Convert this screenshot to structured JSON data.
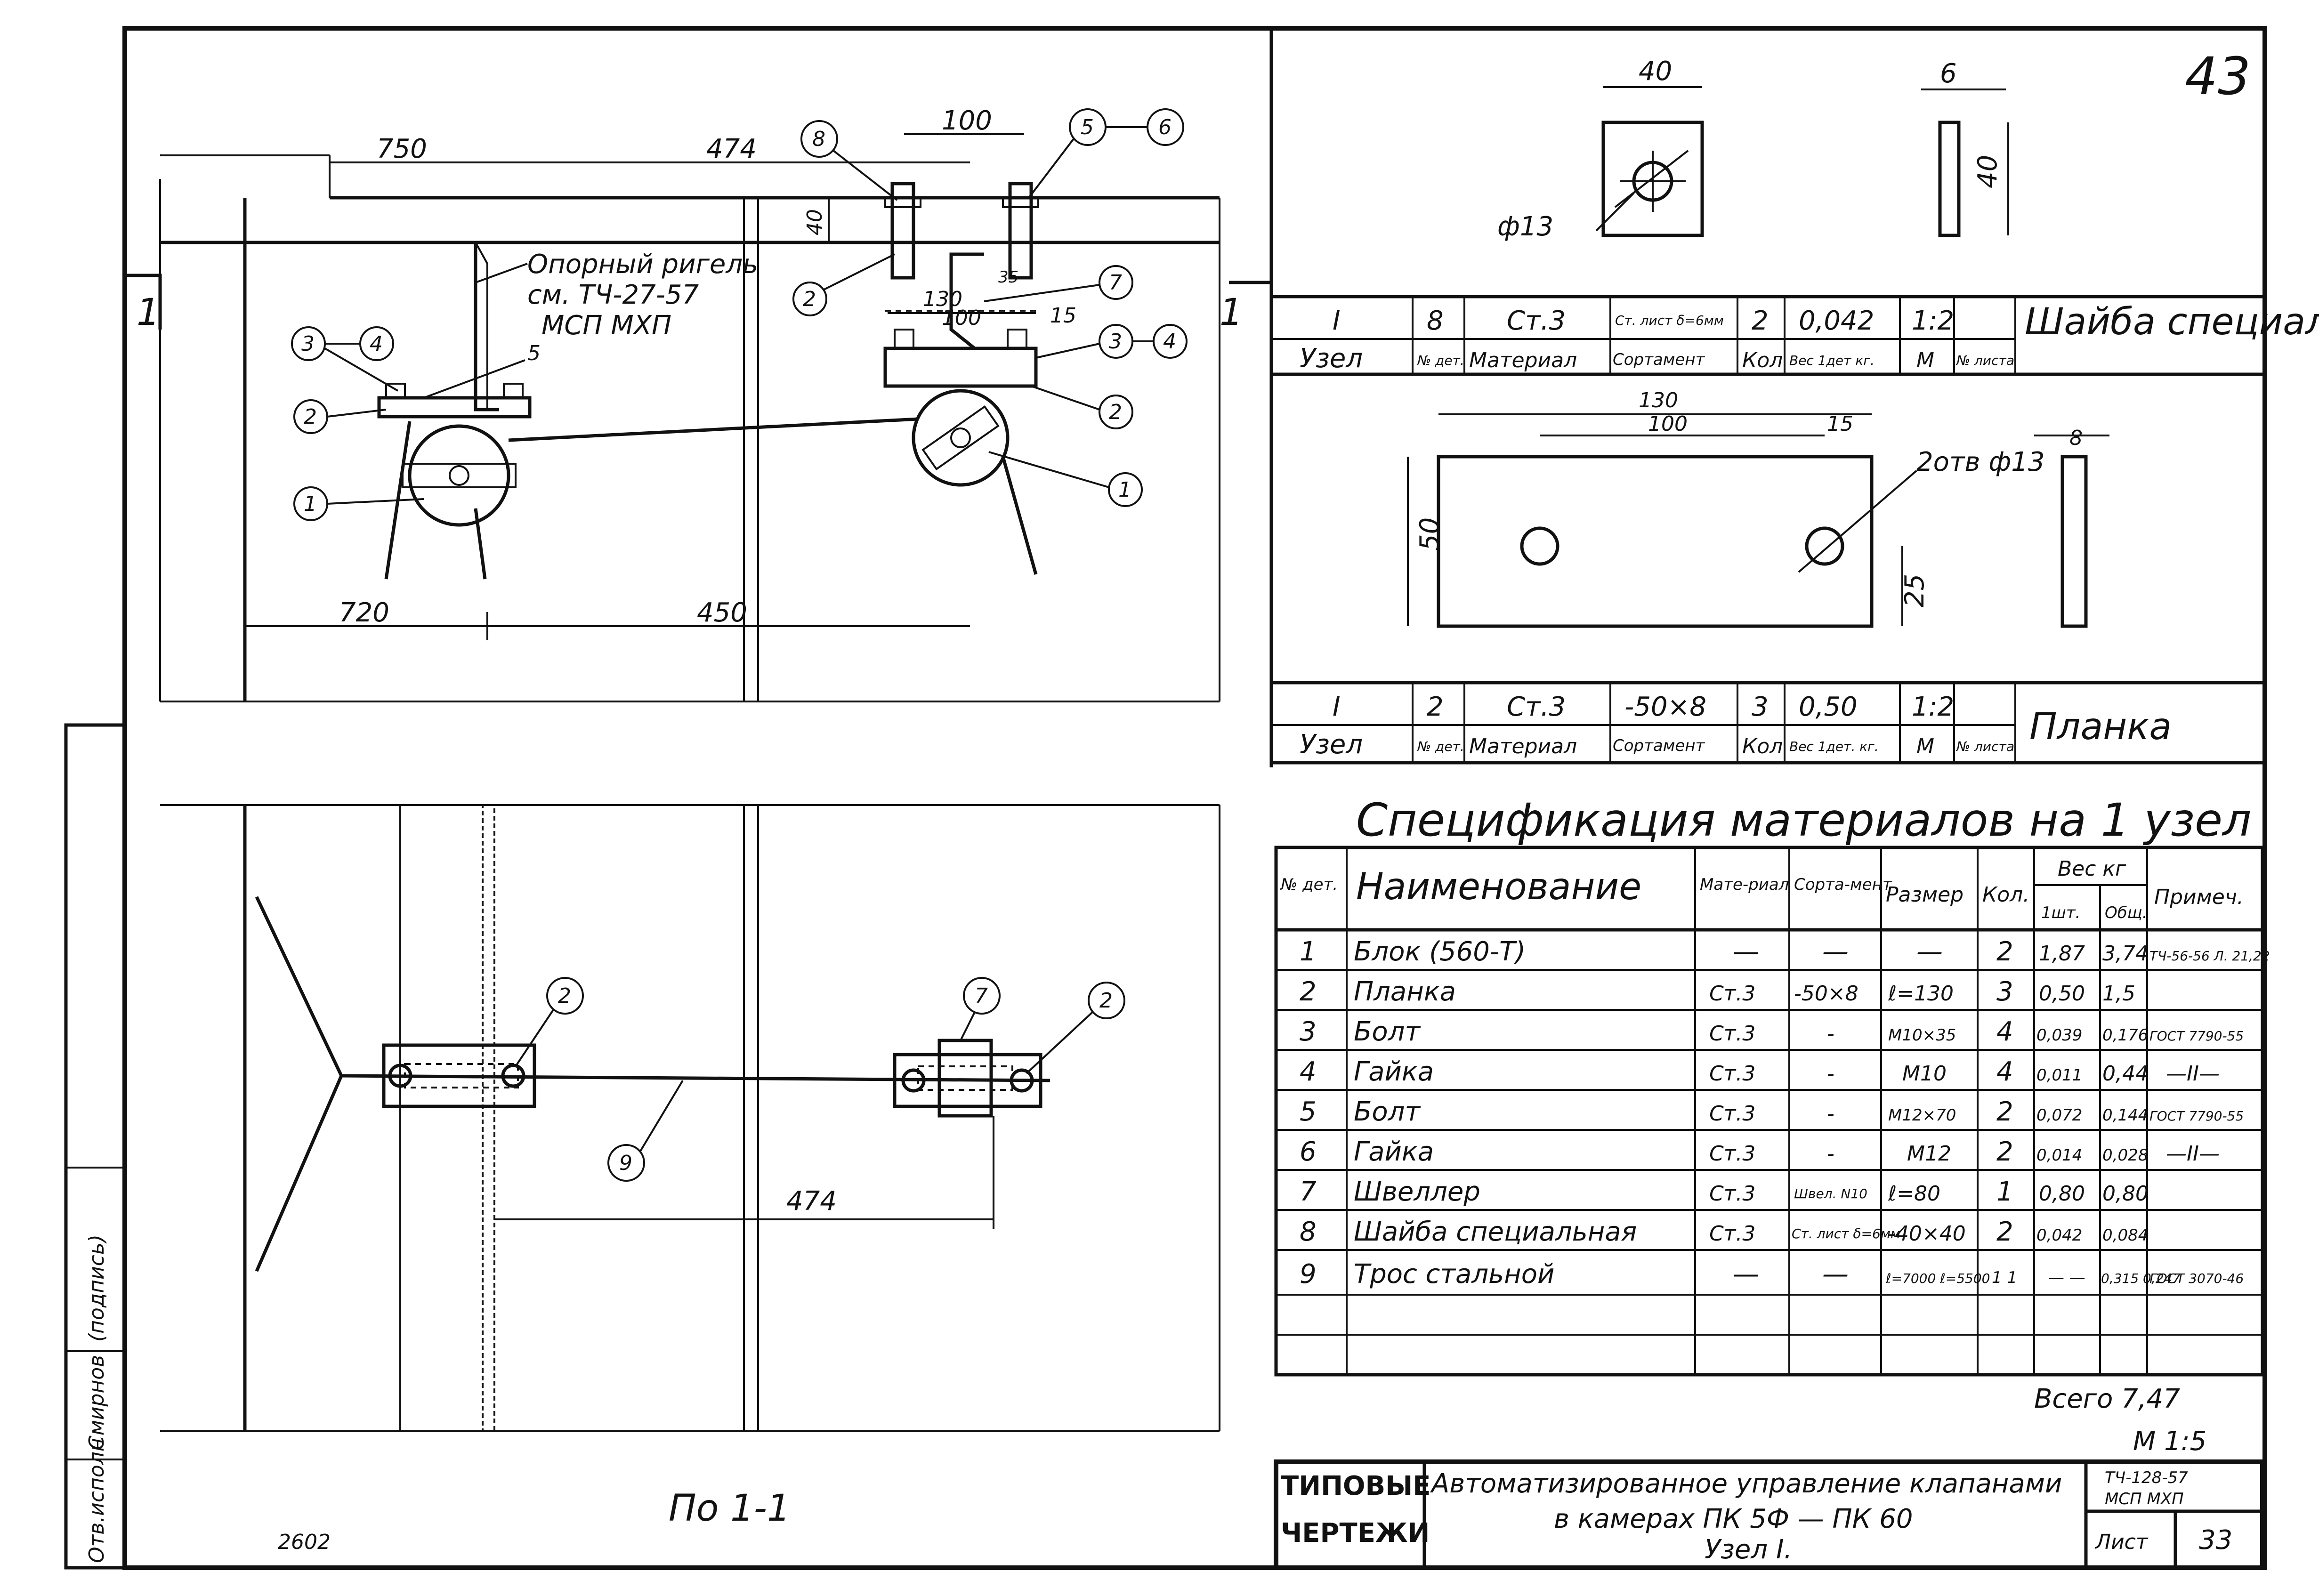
{
  "sheet_number": "43",
  "drawing": {
    "labels": {
      "dim_750": "750",
      "dim_474_top": "474",
      "dim_100_top": "100",
      "dim_40": "40",
      "dim_130": "130",
      "dim_100_inner": "100",
      "dim_15": "15",
      "dim_35": "35",
      "dim_720": "720",
      "dim_450": "450",
      "dim_474_plan": "474",
      "section_mark_left": "1",
      "section_mark_right": "1",
      "beam_note_line1": "Опорный ригель",
      "beam_note_line2": "см. ТЧ-27-57",
      "beam_note_line3": "МСП МХП",
      "callout_1a": "1",
      "callout_1b": "1",
      "callout_2a": "2",
      "callout_2b": "2",
      "callout_2c": "2",
      "callout_2d": "2",
      "callout_2e": "2",
      "callout_3a": "3",
      "callout_3b": "3",
      "callout_4a": "4",
      "callout_4b": "4",
      "callout_5a": "5",
      "callout_5b": "5",
      "callout_6": "6",
      "callout_7a": "7",
      "callout_7b": "7",
      "callout_8": "8",
      "callout_9": "9",
      "view_caption": "По 1-1",
      "archive_number": "2602"
    },
    "sidebar": {
      "role1": "Отв.исполн",
      "name1": "Смирнов",
      "signature": "(подпись)"
    }
  },
  "washer_detail": {
    "dim_40_w": "40",
    "dim_6": "6",
    "dim_40_h": "40",
    "hole_label": "ф13"
  },
  "washer_stamp": {
    "row1": [
      "I",
      "8",
      "Ст.3",
      "Ст. лист δ=6мм",
      "2",
      "0,042",
      "1:2",
      ""
    ],
    "row2": [
      "Узел",
      "№ дет.",
      "Материал",
      "Сортамент",
      "Кол",
      "Вес 1дет кг.",
      "М",
      "№ листа"
    ],
    "name": "Шайба специальная"
  },
  "plate_detail": {
    "dim_130": "130",
    "dim_100": "100",
    "dim_15": "15",
    "dim_50": "50",
    "dim_25": "25",
    "dim_8": "8",
    "holes_label": "2отв ф13"
  },
  "plate_stamp": {
    "row1": [
      "I",
      "2",
      "Ст.3",
      "-50×8",
      "3",
      "0,50",
      "1:2",
      ""
    ],
    "row2": [
      "Узел",
      "№ дет.",
      "Материал",
      "Сортамент",
      "Кол",
      "Вес 1дет. кг.",
      "М",
      "№ листа"
    ],
    "name": "Планка"
  },
  "spec": {
    "title": "Спецификация материалов на 1 узел",
    "headers": {
      "num": "№ дет.",
      "name": "Наименование",
      "material": "Мате-риал",
      "profile": "Сорта-мент",
      "size": "Размер",
      "qty": "Кол.",
      "weight": "Вес кг",
      "weight_one": "1шт.",
      "weight_total": "Общ.",
      "note": "Примеч."
    },
    "rows": [
      {
        "num": "1",
        "name": "Блок (560-Т)",
        "material": "—",
        "profile": "—",
        "size": "—",
        "qty": "2",
        "w1": "1,87",
        "wt": "3,74",
        "note": "ТЧ-56-56 Л. 21,22"
      },
      {
        "num": "2",
        "name": "Планка",
        "material": "Ст.3",
        "profile": "-50×8",
        "size": "ℓ=130",
        "qty": "3",
        "w1": "0,50",
        "wt": "1,5",
        "note": ""
      },
      {
        "num": "3",
        "name": "Болт",
        "material": "Ст.3",
        "profile": "-",
        "size": "М10×35",
        "qty": "4",
        "w1": "0,039",
        "wt": "0,176",
        "note": "ГОСТ 7790-55"
      },
      {
        "num": "4",
        "name": "Гайка",
        "material": "Ст.3",
        "profile": "-",
        "size": "М10",
        "qty": "4",
        "w1": "0,011",
        "wt": "0,44",
        "note": "—II—"
      },
      {
        "num": "5",
        "name": "Болт",
        "material": "Ст.3",
        "profile": "-",
        "size": "М12×70",
        "qty": "2",
        "w1": "0,072",
        "wt": "0,144",
        "note": "ГОСТ 7790-55"
      },
      {
        "num": "6",
        "name": "Гайка",
        "material": "Ст.3",
        "profile": "-",
        "size": "М12",
        "qty": "2",
        "w1": "0,014",
        "wt": "0,028",
        "note": "—II—"
      },
      {
        "num": "7",
        "name": "Швеллер",
        "material": "Ст.3",
        "profile": "Швел. N10",
        "size": "ℓ=80",
        "qty": "1",
        "w1": "0,80",
        "wt": "0,80",
        "note": ""
      },
      {
        "num": "8",
        "name": "Шайба специальная",
        "material": "Ст.3",
        "profile": "Ст. лист δ=6мм",
        "size": "-40×40",
        "qty": "2",
        "w1": "0,042",
        "wt": "0,084",
        "note": ""
      },
      {
        "num": "9",
        "name": "Трос стальной",
        "material": "—",
        "profile": "—",
        "size": "ℓ=7000 ℓ=5500",
        "qty": "1 1",
        "w1": "— —",
        "wt": "0,315 0,247",
        "note": "ГОСТ 3070-46"
      }
    ],
    "total": "Всего 7,47"
  },
  "scale": "М 1:5",
  "title_block": {
    "org_line1": "ТИПОВЫЕ",
    "org_line2": "ЧЕРТЕЖИ",
    "title_line1": "Автоматизированное управление клапанами",
    "title_line2": "в камерах ПК 5Ф — ПК 60",
    "title_line3": "Узел I.",
    "code_line1": "ТЧ-128-57",
    "code_line2": "МСП МХП",
    "sheet_label": "Лист",
    "sheet_value": "33"
  }
}
